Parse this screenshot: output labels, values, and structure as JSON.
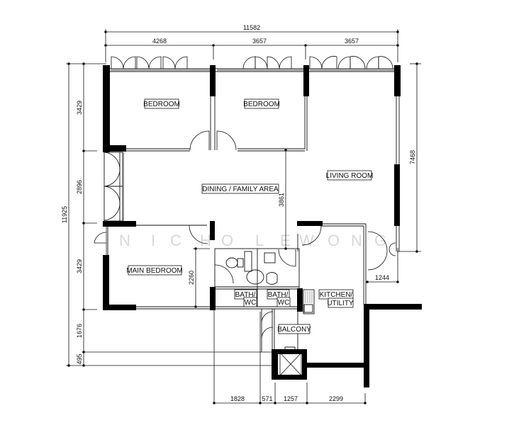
{
  "watermark": {
    "letters": [
      "N",
      "I",
      "C",
      "H",
      "O",
      "L",
      "E",
      "W",
      "O",
      "N",
      "G"
    ]
  },
  "rooms": {
    "bedroom_1": "BEDROOM",
    "bedroom_2": "BEDROOM",
    "living": "LIVING ROOM",
    "dining": "DINING / FAMILY AREA",
    "main_bedroom": "MAIN BEDROOM",
    "bath_1_top": "BATH/",
    "bath_1_bottom": "WC",
    "bath_2_top": "BATH/",
    "bath_2_bottom": "WC",
    "kitchen_top": "KITCHEN/",
    "kitchen_bottom": "UTILITY",
    "balcony": "BALCONY"
  },
  "dimensions": {
    "top_total": "11582",
    "top_seg_1": "4268",
    "top_seg_2": "3657",
    "top_seg_3": "3657",
    "left_total": "11925",
    "left_seg_1": "3429",
    "left_seg_2": "2896",
    "left_seg_3": "3429",
    "left_seg_4": "1676",
    "left_seg_5": "495",
    "right_living": "7468",
    "dining_depth": "3861",
    "main_bed_depth": "2260",
    "entry_width": "1244",
    "bottom_seg_1": "1828",
    "bottom_seg_2": "571",
    "bottom_seg_3": "1257",
    "bottom_seg_4": "2299"
  }
}
